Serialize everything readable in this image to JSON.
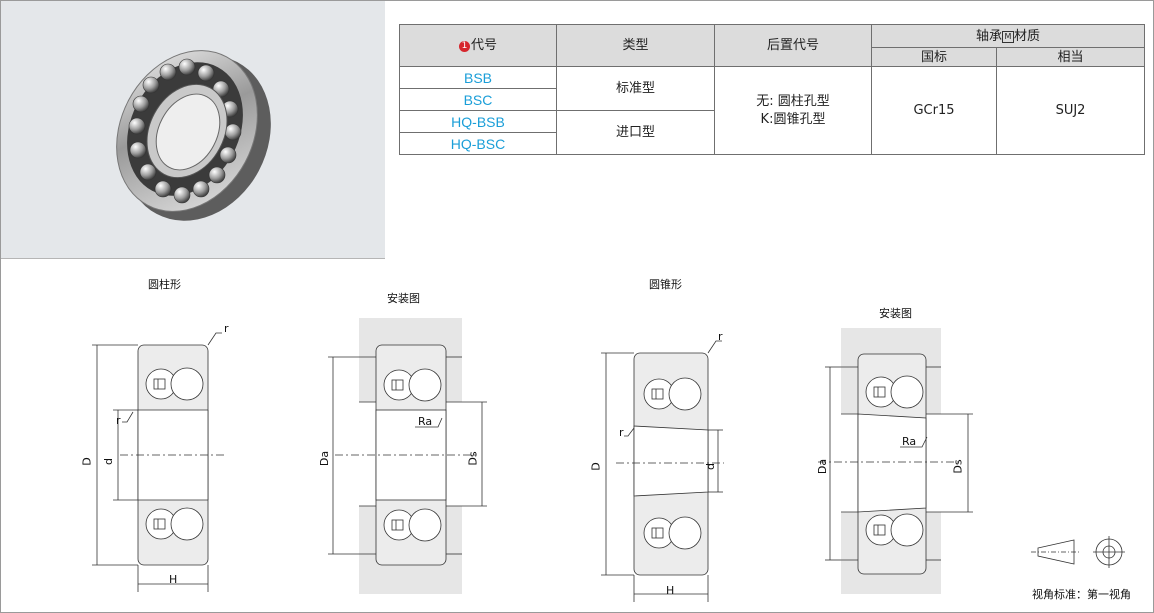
{
  "table": {
    "header": {
      "code_badge": "1",
      "code": "代号",
      "type": "类型",
      "suffix": "后置代号",
      "material_prefix": "轴承",
      "material_mark": "M",
      "material_suffix": "材质",
      "standard_gb": "国标",
      "standard_eq": "相当"
    },
    "codes": [
      "BSB",
      "BSC",
      "HQ-BSB",
      "HQ-BSC"
    ],
    "types": [
      "标准型",
      "进口型"
    ],
    "suffix_lines": [
      "无: 圆柱孔型",
      "K:圆锥孔型"
    ],
    "material_gb": "GCr15",
    "material_eq": "SUJ2"
  },
  "drawings": {
    "cylindrical_title": "圆柱形",
    "mount_title": "安装图",
    "tapered_title": "圆锥形",
    "mount_title_2": "安装图",
    "labels": {
      "r": "r",
      "D": "D",
      "d": "d",
      "H": "H",
      "Da": "Da",
      "Ds": "Ds",
      "Ra": "Ra"
    }
  },
  "view_standard": "视角标准：第一视角"
}
